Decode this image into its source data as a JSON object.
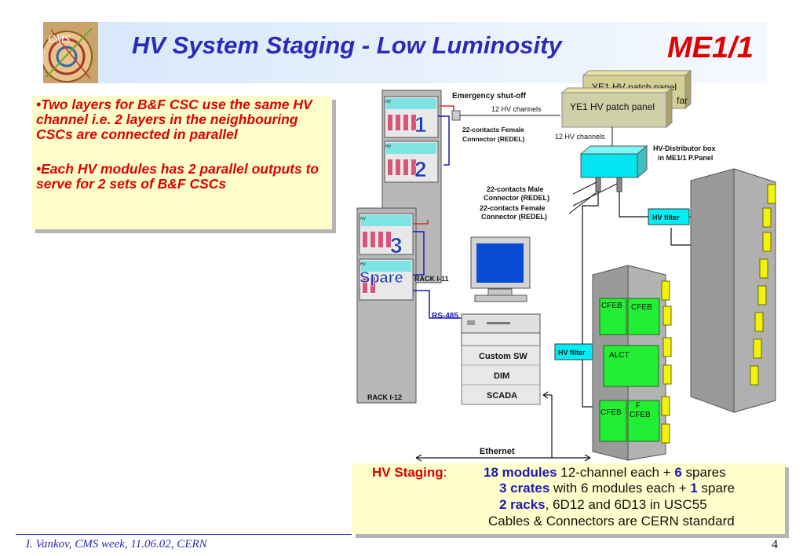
{
  "header": {
    "logo_text": "CMS",
    "title": "HV System Staging - Low Luminosity",
    "subtitle": "ME1/1"
  },
  "bullets": [
    "•Two layers for B&F CSC use the same HV channel i.e. 2 layers in the neighbouring CSCs are connected in parallel",
    "•Each HV modules has 2 parallel outputs to serve for 2 sets of B&F CSCs"
  ],
  "diagram": {
    "hv_label": "HV",
    "emergency": "Emergency shut-off",
    "hv_channels_1": "12 HV channels",
    "hv_channels_2": "12 HV channels",
    "patch_far_l1": "YE1 HV patch panel",
    "patch_far_l2": "far",
    "patch_near": "YE1 HV patch panel",
    "female_conn_l1": "22-contacts Female",
    "female_conn_l2": "Connector (REDEL)",
    "distributor_l1": "HV-Distributor box",
    "distributor_l2": "in ME1/1 P.Panel",
    "male_conn_l1": "22-contacts Male",
    "male_conn_l2": "Connector (REDEL)",
    "female_conn2_l1": "22-contacts Female",
    "female_conn2_l2": "Connector (REDEL)",
    "crate1": "1",
    "crate2": "2",
    "crate3": "3",
    "spare": "Spare",
    "rack11": "RACK  I-11",
    "rack12": "RACK  I-12",
    "rs485": "RS-485",
    "hv_filter_1": "HV filter",
    "hv_filter_2": "HV filter",
    "cfeb": "CFEB",
    "alct": "ALCT",
    "f_label": "F",
    "custom_sw": "Custom SW",
    "dim": "DIM",
    "scada": "SCADA",
    "ethernet": "Ethernet"
  },
  "staging": {
    "label": "HV Staging",
    "colon": ":",
    "l1_bold": "18 modules",
    "l1_text": " 12-channel each + ",
    "l1_bold2": "6",
    "l1_text2": " spares",
    "l2_bold": "3 crates",
    "l2_text": " with 6 modules each + ",
    "l2_bold2": "1",
    "l2_text2": " spare",
    "l3_bold": "2 racks",
    "l3_text": ", 6D12 and 6D13 in USC55",
    "l4_text": "Cables & Connectors are CERN standard"
  },
  "footer": {
    "author": "I. Vankov, CMS week, 11.06.02, CERN",
    "page": "4"
  }
}
